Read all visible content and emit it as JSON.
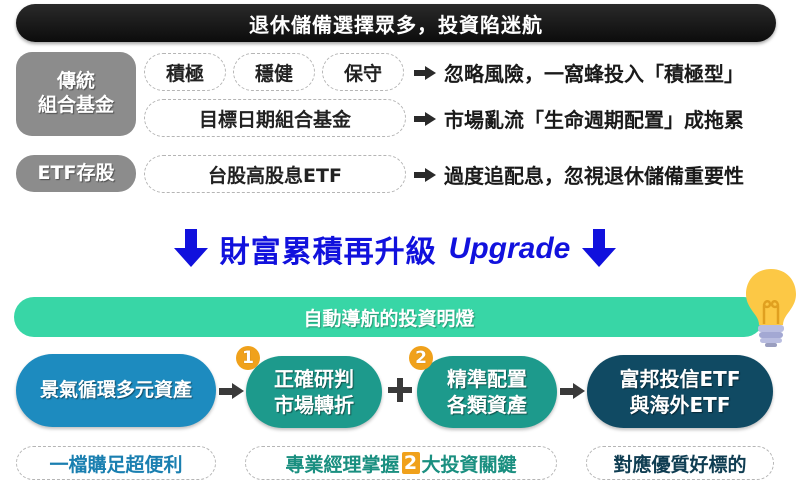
{
  "header": {
    "title": "退休儲備選擇眾多，投資陷迷航"
  },
  "categories": [
    {
      "label_line1": "傳統",
      "label_line2": "組合基金",
      "options": [
        "積極",
        "穩健",
        "保守"
      ],
      "options_wide": "目標日期組合基金",
      "descriptions": [
        "忽略風險，一窩蜂投入「積極型」",
        "市場亂流「生命週期配置」成拖累"
      ]
    },
    {
      "label": "ETF存股",
      "option": "台股高股息ETF",
      "description": "過度追配息，忽視退休儲備重要性"
    }
  ],
  "upgrade": {
    "text_cn": "財富累積再升級",
    "text_en": "Upgrade",
    "color": "#1111dd"
  },
  "banner": {
    "title": "自動導航的投資明燈",
    "color": "#38d6a6"
  },
  "flow": {
    "steps": [
      {
        "line1": "景氣循環多元資產",
        "line2": "",
        "color": "#1d8bbf"
      },
      {
        "badge": "1",
        "line1": "正確研判",
        "line2": "市場轉折",
        "color": "#1d9a8c"
      },
      {
        "badge": "2",
        "line1": "精準配置",
        "line2": "各類資產",
        "color": "#1d9a8c"
      },
      {
        "line1": "富邦投信ETF",
        "line2": "與海外ETF",
        "color": "#104a63"
      }
    ],
    "connectors": [
      "arrow",
      "plus",
      "arrow"
    ]
  },
  "footer_labels": [
    {
      "text": "一檔購足超便利"
    },
    {
      "text_before": "專業經理掌握",
      "number": "2",
      "text_after": "大投資關鍵"
    },
    {
      "text": "對應優質好標的"
    }
  ],
  "colors": {
    "badge": "#f0a11b",
    "category_gray": "#8c8c8c"
  }
}
